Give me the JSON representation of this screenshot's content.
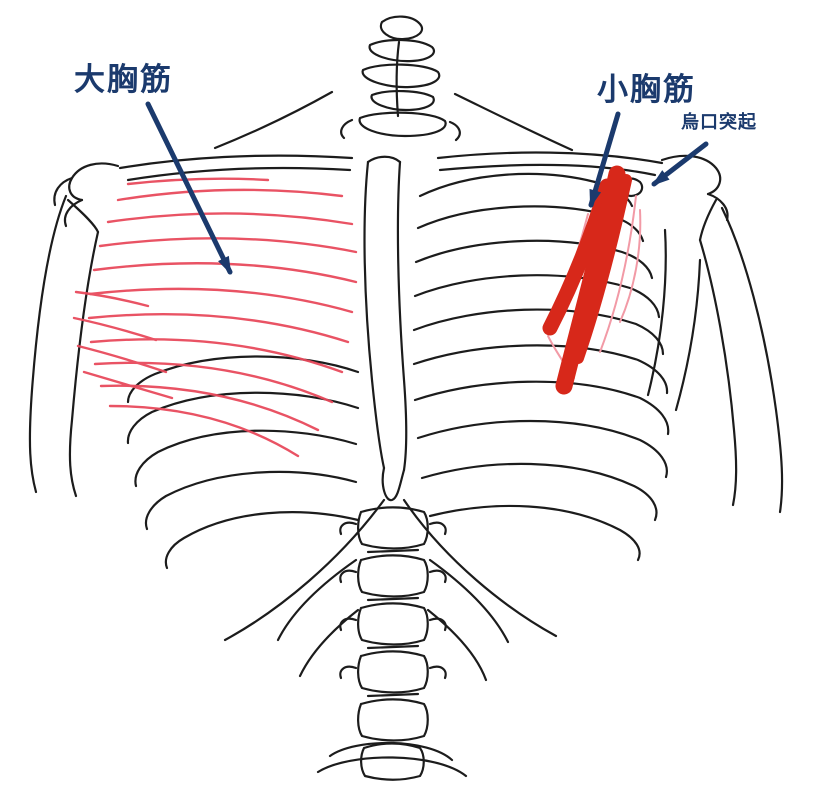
{
  "diagram": {
    "type": "hand-drawn-anatomy-sketch",
    "labels": {
      "pectoralis_major": "大胸筋",
      "pectoralis_minor": "小胸筋",
      "coracoid_process": "烏口突起"
    },
    "colors": {
      "background": "#ffffff",
      "sketch": "#1c1c1c",
      "label_and_arrow": "#1b3a6d",
      "pectoralis_major_hatch": "#e84a5c",
      "pectoralis_minor_fill": "#d7281a",
      "pectoralis_minor_outline": "#f29aa6"
    }
  }
}
